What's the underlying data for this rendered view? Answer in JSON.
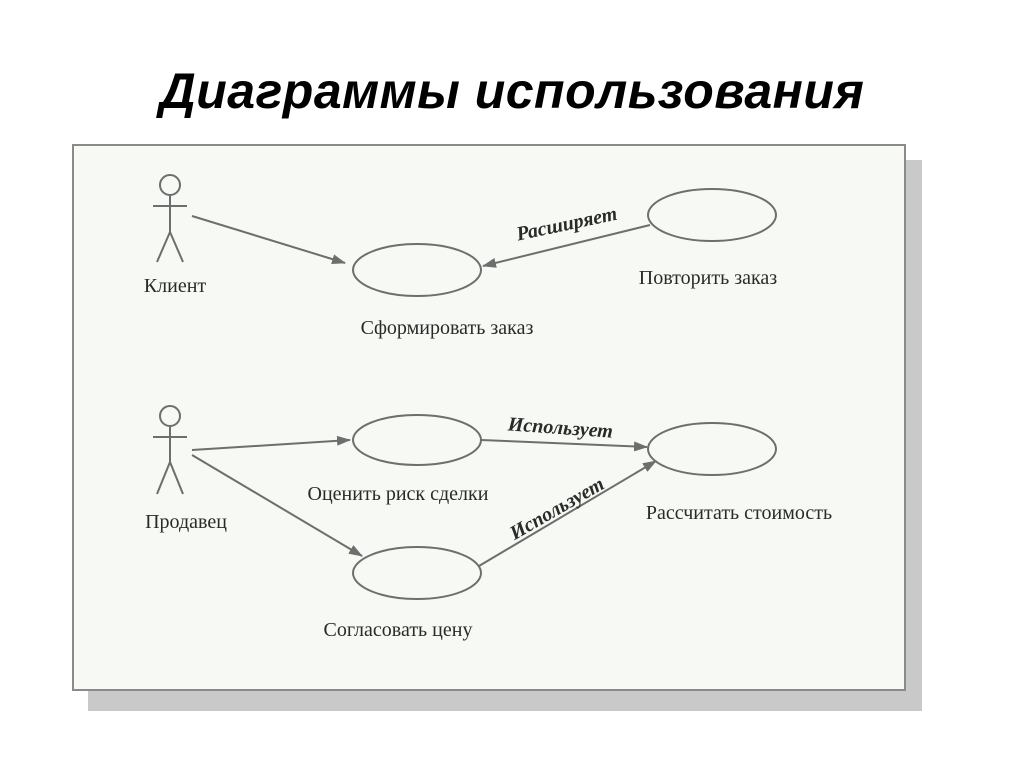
{
  "title": "Диаграммы использования",
  "actors": [
    {
      "id": "client",
      "label": "Клиент"
    },
    {
      "id": "seller",
      "label": "Продавец"
    }
  ],
  "use_cases": [
    {
      "id": "form_order",
      "label": "Сформировать заказ"
    },
    {
      "id": "repeat_order",
      "label": "Повторить заказ"
    },
    {
      "id": "assess_risk",
      "label": "Оценить риск сделки"
    },
    {
      "id": "agree_price",
      "label": "Согласовать цену"
    },
    {
      "id": "calc_cost",
      "label": "Рассчитать стоимость"
    }
  ],
  "relations": [
    {
      "from": "client",
      "to": "form_order",
      "label": ""
    },
    {
      "from": "repeat_order",
      "to": "form_order",
      "label": "Расширяет"
    },
    {
      "from": "seller",
      "to": "assess_risk",
      "label": ""
    },
    {
      "from": "seller",
      "to": "agree_price",
      "label": ""
    },
    {
      "from": "assess_risk",
      "to": "calc_cost",
      "label": "Использует"
    },
    {
      "from": "agree_price",
      "to": "calc_cost",
      "label": "Использует"
    }
  ],
  "colors": {
    "line": "#6e6e6e",
    "frame_bg": "#f7f9f4",
    "shadow": "#c9c9c9"
  }
}
